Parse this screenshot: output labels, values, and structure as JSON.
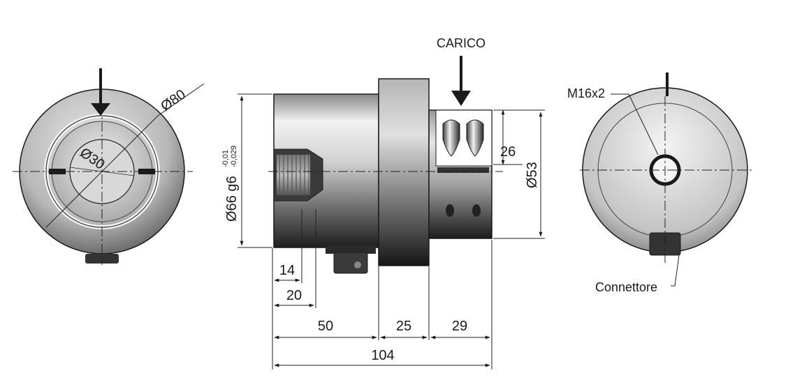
{
  "labels": {
    "carico": "CARICO",
    "m16": "M16x2",
    "connettore": "Connettore",
    "dia80": "Ø80",
    "dia30": "Ø30",
    "dia66": "Ø66 g6",
    "tol_upper": "-0,01",
    "tol_lower": "-0,029",
    "dia53": "Ø53"
  },
  "dimensions": {
    "d14": "14",
    "d20": "20",
    "d50": "50",
    "d25": "25",
    "d29": "29",
    "d104": "104",
    "d26": "26"
  },
  "colors": {
    "line": "#1a1a1a",
    "body_dark": "#2a2a2a",
    "body_light": "#d9d9d9"
  }
}
